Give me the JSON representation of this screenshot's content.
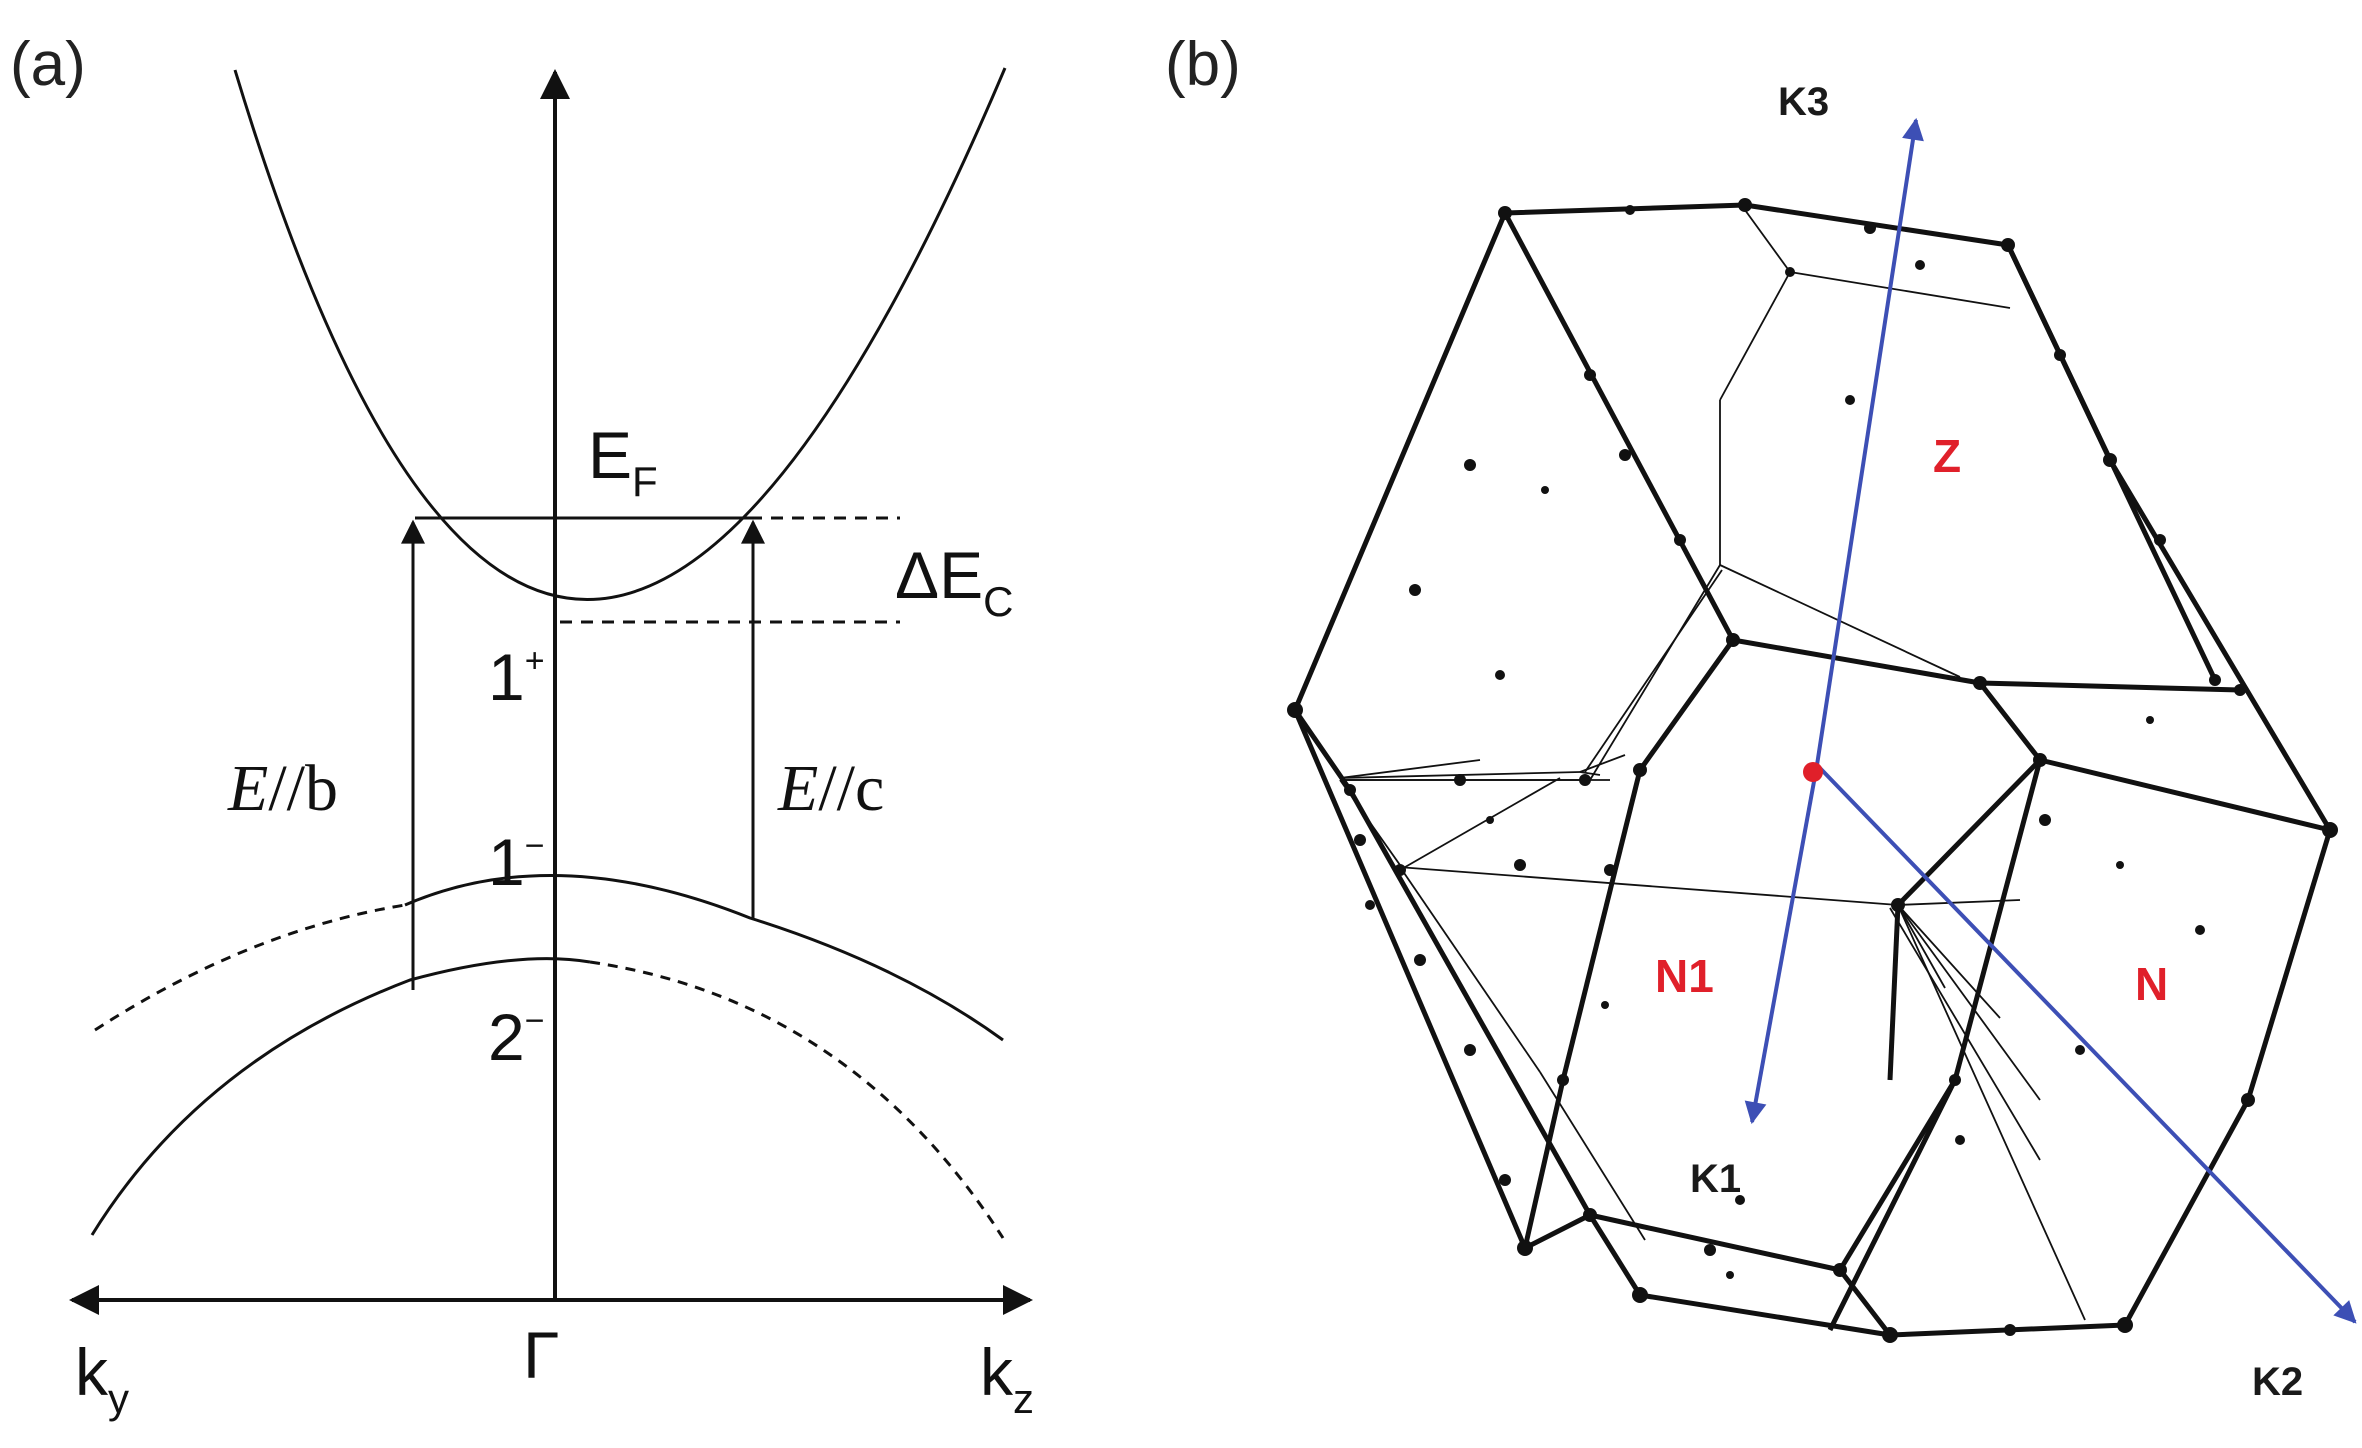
{
  "panel_a": {
    "label": "(a)",
    "fermi": {
      "main": "E",
      "sub": "F"
    },
    "delta": {
      "main": "ΔE",
      "sub": "C"
    },
    "levels": [
      {
        "main": "1",
        "sup": "+"
      },
      {
        "main": "1",
        "sup": "−"
      },
      {
        "main": "2",
        "sup": "−"
      }
    ],
    "pol_b": {
      "italic": "E",
      "rest": "//b"
    },
    "pol_c": {
      "italic": "E",
      "rest": "//c"
    },
    "k_left": {
      "main": "k",
      "sub": "y"
    },
    "k_right": {
      "main": "k",
      "sub": "z"
    },
    "gamma": "Γ"
  },
  "panel_b": {
    "label": "(b)",
    "axes": [
      "K3",
      "K1",
      "K2"
    ],
    "points": [
      "Z",
      "N1",
      "N"
    ],
    "colors": {
      "axis": "#3d4fb5",
      "point_label": "#e0202a",
      "center": "#e0202a",
      "edges": "#111111"
    }
  }
}
